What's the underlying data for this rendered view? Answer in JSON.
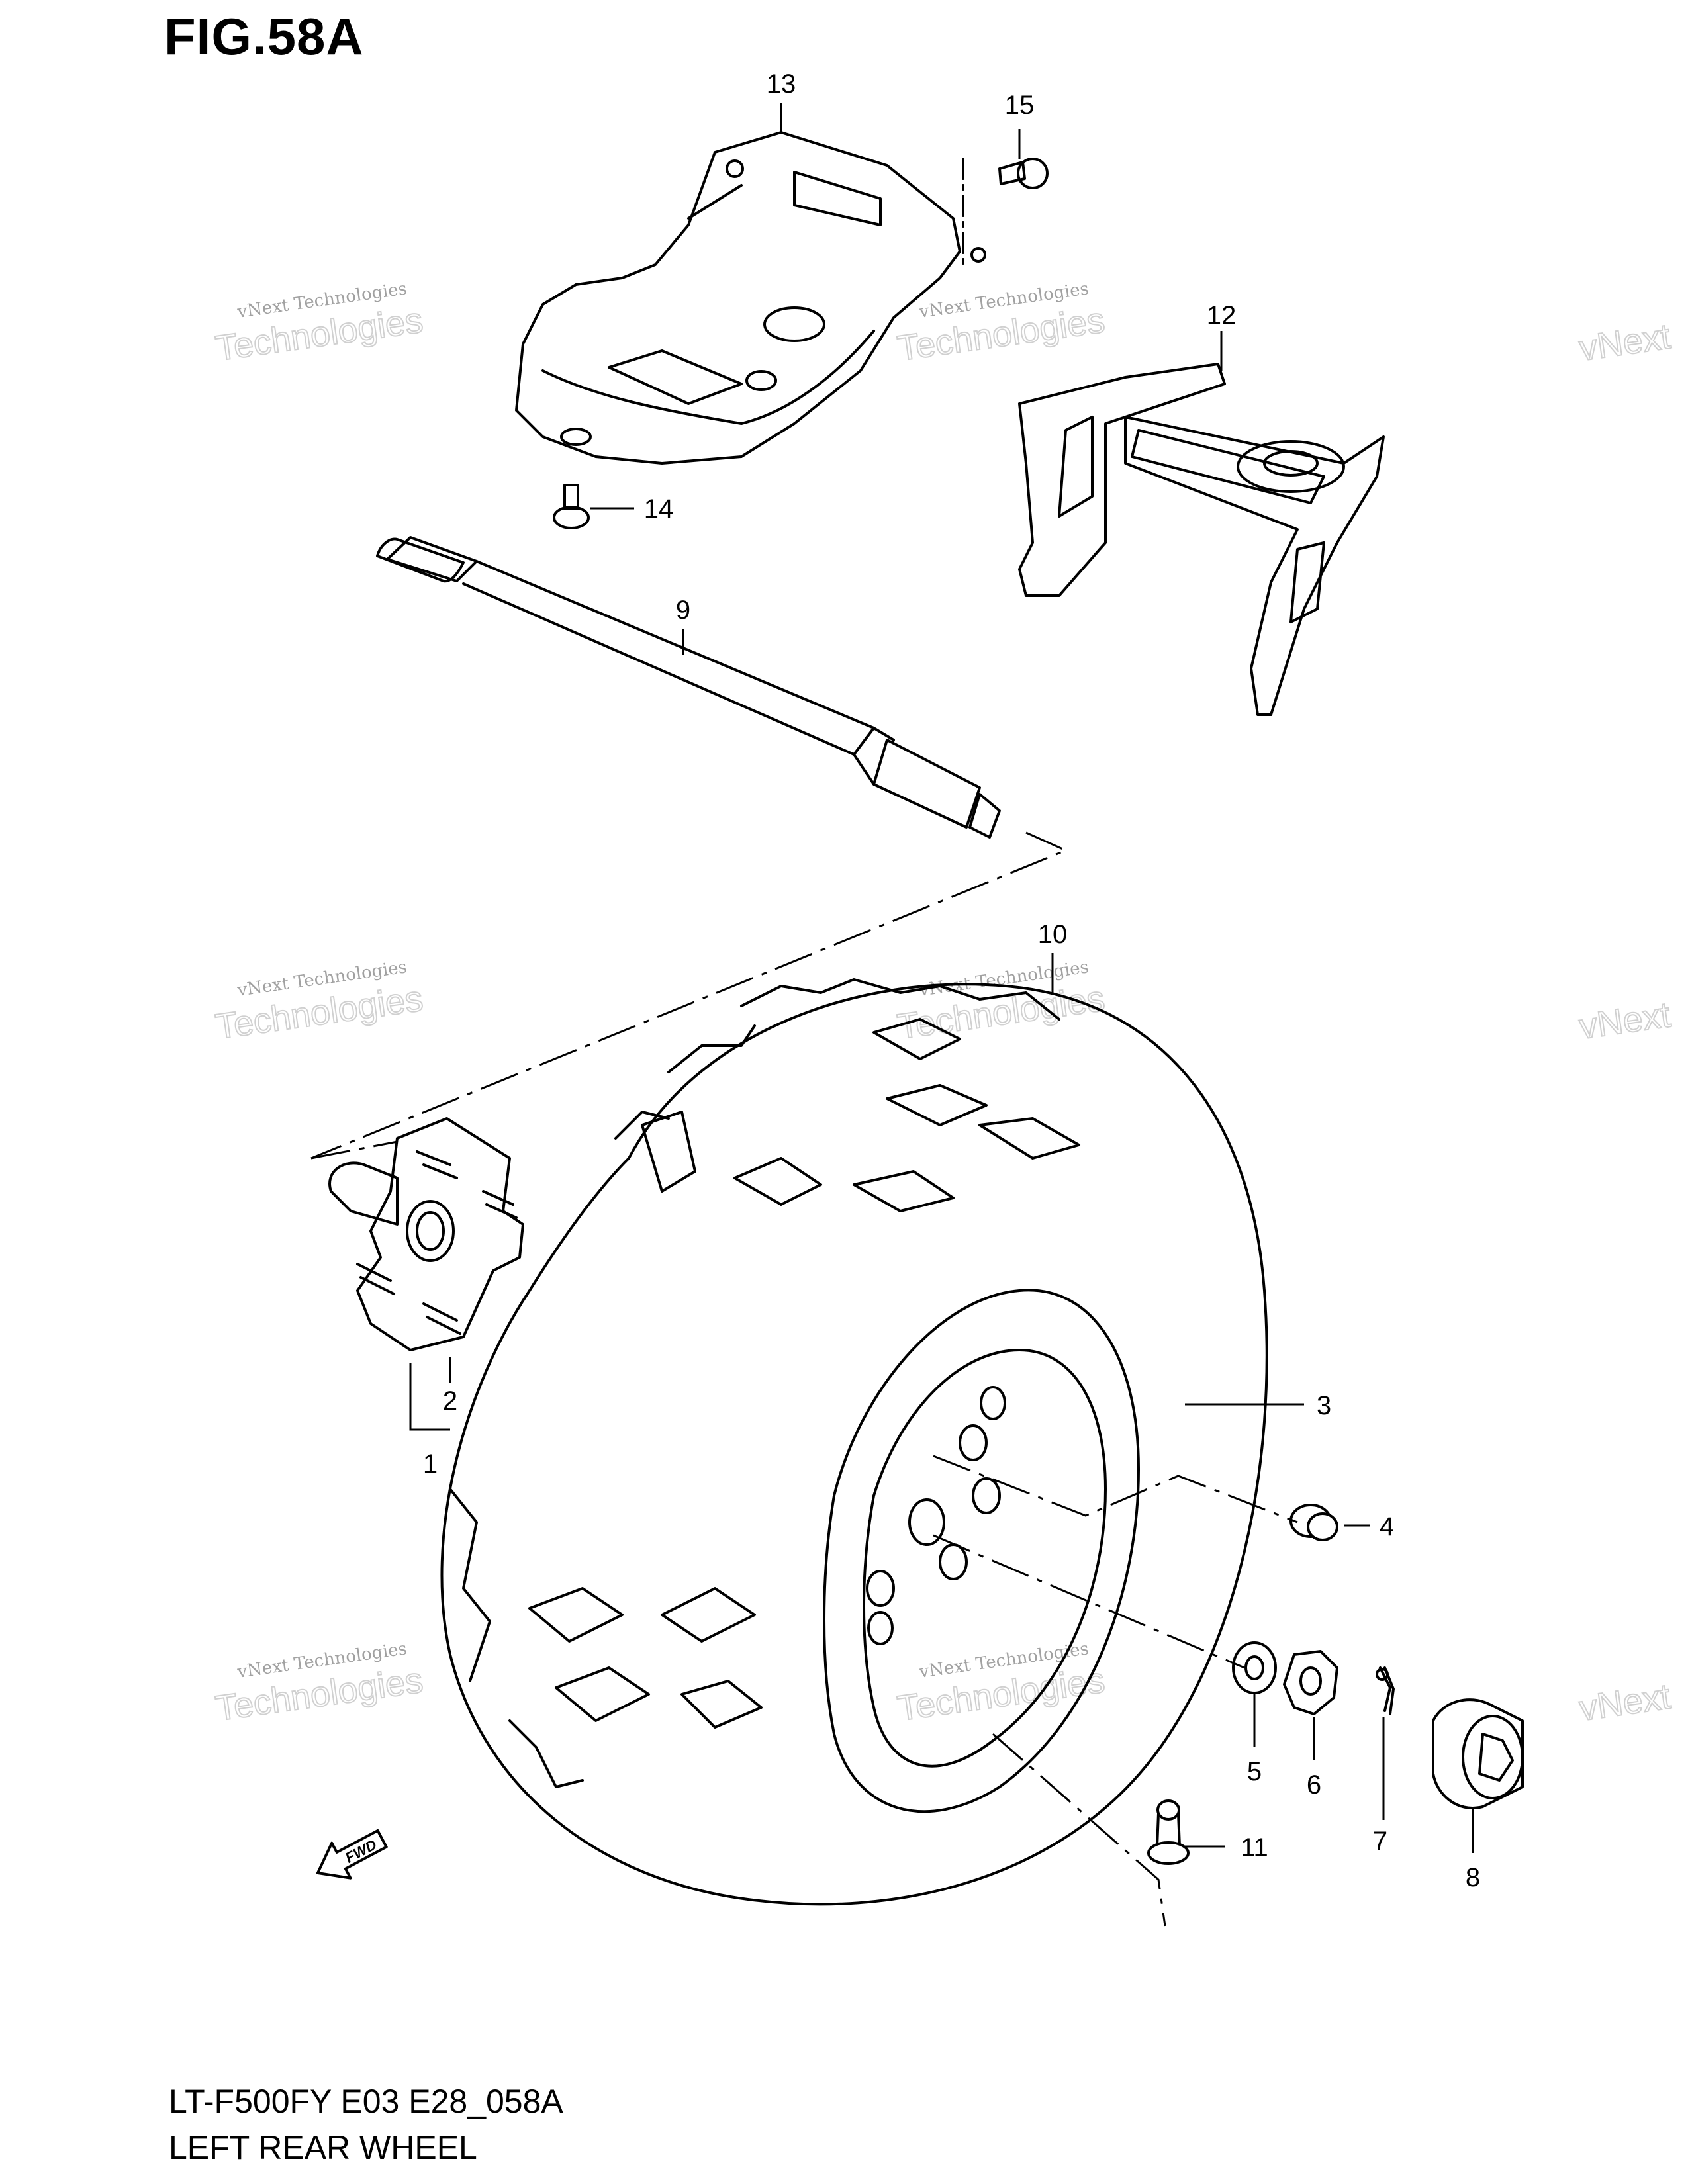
{
  "figure": {
    "title": "FIG.58A",
    "model_code": "LT-F500FY E03 E28_058A",
    "caption": "LEFT REAR WHEEL"
  },
  "watermark": {
    "brand": "vNext",
    "line1": "vNext Technologies",
    "line2": "Technologies"
  },
  "callouts": [
    "1",
    "2",
    "3",
    "4",
    "5",
    "6",
    "7",
    "8",
    "9",
    "10",
    "11",
    "12",
    "13",
    "14",
    "15"
  ],
  "fwd_label": "FWD",
  "colors": {
    "ink": "#000000",
    "background": "#ffffff",
    "watermark": "#9a9a9a"
  }
}
